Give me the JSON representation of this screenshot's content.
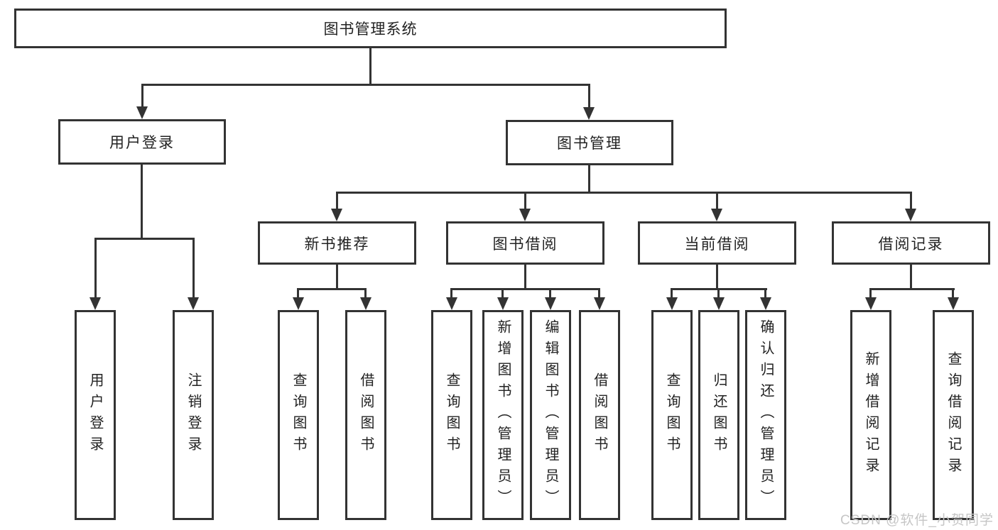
{
  "tree": {
    "root": {
      "label": "图书管理系统"
    },
    "children": [
      {
        "label": "用户登录",
        "children": [
          {
            "label": "用户登录"
          },
          {
            "label": "注销登录"
          }
        ]
      },
      {
        "label": "图书管理",
        "children": [
          {
            "label": "新书推荐",
            "children": [
              {
                "label": "查询图书"
              },
              {
                "label": "借阅图书"
              }
            ]
          },
          {
            "label": "图书借阅",
            "children": [
              {
                "label": "查询图书"
              },
              {
                "label": "新增图书（管理员）"
              },
              {
                "label": "编辑图书（管理员）"
              },
              {
                "label": "借阅图书"
              }
            ]
          },
          {
            "label": "当前借阅",
            "children": [
              {
                "label": "查询图书"
              },
              {
                "label": "归还图书"
              },
              {
                "label": "确认归还（管理员）"
              }
            ]
          },
          {
            "label": "借阅记录",
            "children": [
              {
                "label": "新增借阅记录"
              },
              {
                "label": "查询借阅记录"
              }
            ]
          }
        ]
      }
    ]
  },
  "watermark": {
    "text": "CSDN @软件_小贺同学"
  },
  "colors": {
    "line": "#333333",
    "text": "#222222",
    "watermark": "#c6c6c6",
    "background": "#ffffff"
  }
}
